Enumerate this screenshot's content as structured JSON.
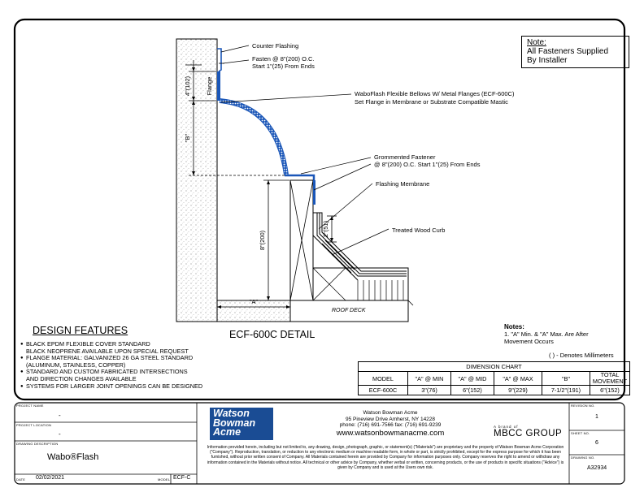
{
  "note_box": {
    "title": "Note:",
    "lines": [
      "All Fasteners Supplied",
      "By Installer"
    ]
  },
  "callouts": {
    "counter_flashing": "Counter Flashing",
    "fasten_1": "Fasten @ 8\"(200) O.C.",
    "fasten_2": "Start 1\"(25) From Ends",
    "bellows_1": "WaboFlash Flexible Bellows W/ Metal Flanges (ECF-600C)",
    "bellows_2": "Set Flange in Membrane or Substrate Compatible Mastic",
    "grommet_1": "Grommented Fastener",
    "grommet_2": "@ 8\"(200) O.C. Start 1\"(25) From Ends",
    "membrane": "Flashing Membrane",
    "curb": "Treated Wood Curb",
    "roof_deck": "ROOF DECK"
  },
  "dims": {
    "flange_dim": "4\"(102)",
    "flange_word": "Flange",
    "b_dim": "\"B\"",
    "two_in": "2\"(51)",
    "eight_in": "8\"(200)",
    "a_dim": "\"A\""
  },
  "design_features": {
    "title": "DESIGN FEATURES",
    "items": [
      "BLACK EPDM FLEXIBLE COVER STANDARD",
      "BLACK NEOPRENE AVAILABLE UPON SPECIAL REQUEST",
      "FLANGE MATERIAL: GALVANIZED 26 GA STEEL STANDARD",
      "(ALUMINUM, STAINLESS, COPPER)",
      "STANDARD AND CUSTOM FABRICATED INTERSECTIONS",
      "AND DIRECTION CHANGES AVAILABLE",
      "SYSTEMS FOR LARGER JOINT OPENINGS CAN BE DESIGNED"
    ]
  },
  "detail_title": "ECF-600C DETAIL",
  "notes": {
    "title": "Notes:",
    "line1": "1. \"A\" Min. & \"A\" Max. Are After",
    "line2": "Movement Occurs"
  },
  "mm_note": "( ) - Denotes Millimeters",
  "dimension_chart": {
    "title": "DIMENSION CHART",
    "headers": [
      "MODEL",
      "\"A\" @ MIN",
      "\"A\" @ MID",
      "\"A\" @ MAX",
      "\"B\"",
      "TOTAL",
      "MOVEMENT"
    ],
    "row": [
      "ECF-600C",
      "3\"(76)",
      "6\"(152)",
      "9\"(229)",
      "7-1/2\"(191)",
      "6\"(152)"
    ]
  },
  "title_block": {
    "project_name_label": "PROJECT NAME",
    "project_name": "-",
    "project_location_label": "PROJECT LOCATION",
    "project_location": "-",
    "drawing_desc_label": "DRAWING DESCRIPTION",
    "drawing_desc": "Wabo®Flash",
    "date_label": "DATE",
    "date": "02/02/2021",
    "model_label": "MODEL",
    "model": "ECF-C",
    "revision_label": "REVISION NO.",
    "revision": "1",
    "sheet_label": "SHEET NO.",
    "sheet": "6",
    "drawing_no_label": "DRAWING NO.",
    "drawing_no": "A32934",
    "logo": [
      "Watson",
      "Bowman",
      "Acme"
    ],
    "company": "Watson Bowman Acme",
    "address": "95 Pineview Drive Amherst, NY 14228",
    "phone": "phone: (716) 691-7566  fax: (716) 691-9239",
    "website": "www.watsonbowmanacme.com",
    "group_small": "A brand of",
    "group": "MBCC GROUP",
    "disclaimer": "Information provided herein, including but not limited to, any drawing, design, photograph, graphic, or statement(s) (\"Materials\") are proprietary and the property of Watson Bowman Acme Corporation (\"Company\"). Reproduction, translation, or reduction to any electronic medium or machine readable form, in whole or part, is strictly prohibited, except for the express purpose for which it has been furnished, without prior written consent of Company. All Materials contained herein are provided by Company for information purposes only. Company reserves the right to amend or withdraw any information contained in the Materials without notice. All technical or other advice by Company, whether verbal or written, concerning products, or the use of products in specific situations (\"Advice\") is given by Company and is used at the Users own risk."
  },
  "colors": {
    "bellows": "#1a56b8",
    "logo_bg": "#1a4c94",
    "line": "#000000"
  }
}
